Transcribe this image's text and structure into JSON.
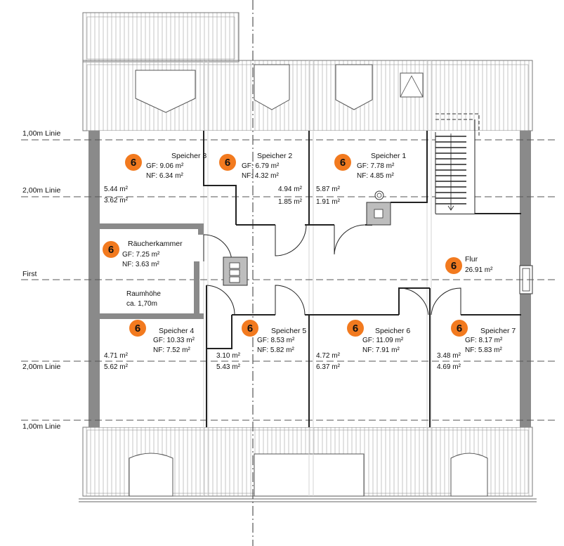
{
  "plan_title": "",
  "level_labels": {
    "line_1m_top": "1,00m Linie",
    "line_2m_top": "2,00m Linie",
    "first": "First",
    "line_2m_bottom": "2,00m Linie",
    "line_1m_bottom": "1,00m Linie"
  },
  "rooms": [
    {
      "number": "6",
      "name": "Speicher 3",
      "gf": "GF: 9.06 m²",
      "nf": "NF: 6.34 m²"
    },
    {
      "number": "6",
      "name": "Speicher 2",
      "gf": "GF: 6.79 m²",
      "nf": "NF: 4.32 m²"
    },
    {
      "number": "6",
      "name": "Speicher 1",
      "gf": "GF: 7.78 m²",
      "nf": "NF: 4.85 m²"
    },
    {
      "number": "6",
      "name": "Räucherkammer",
      "gf": "GF: 7.25 m²",
      "nf": "NF: 3.63 m²"
    },
    {
      "number": "6",
      "name": "Flur",
      "gf": "26.91 m²",
      "nf": ""
    },
    {
      "number": "6",
      "name": "Speicher 4",
      "gf": "GF: 10.33 m²",
      "nf": "NF: 7.52 m²"
    },
    {
      "number": "6",
      "name": "Speicher 5",
      "gf": "GF: 8.53 m²",
      "nf": "NF: 5.82 m²"
    },
    {
      "number": "6",
      "name": "Speicher 6",
      "gf": "GF: 11.09 m²",
      "nf": "NF: 7.91 m²"
    },
    {
      "number": "6",
      "name": "Speicher 7",
      "gf": "GF: 8.17 m²",
      "nf": "NF: 5.83 m²"
    }
  ],
  "zone_areas": [
    "5.44 m²",
    "3.62 m²",
    "4.94 m²",
    "1.85 m²",
    "5.87 m²",
    "1.91 m²",
    "4.71 m²",
    "5.62 m²",
    "3.10 m²",
    "5.43 m²",
    "4.72 m²",
    "6.37 m²",
    "3.48 m²",
    "4.69 m²"
  ],
  "notes": {
    "raumhoehe_1": "Raumhöhe",
    "raumhoehe_2": "ca. 1,70m"
  },
  "colors": {
    "badge_fill": "#f27a1f",
    "wall_fill": "#8a8a8a",
    "line": "#333333",
    "hatch": "#b5b5b5"
  }
}
